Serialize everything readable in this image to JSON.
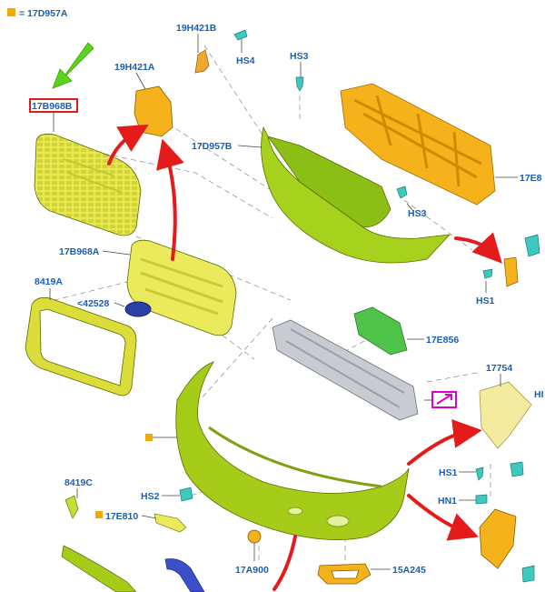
{
  "legend": {
    "marker_color": "#f5a800",
    "text": "= 17D957A"
  },
  "labels": {
    "grille_highlight": "17B968B",
    "bracket_small": "19H421B",
    "hs4": "HS4",
    "bracket_large": "19H421A",
    "hs3_top": "HS3",
    "bumper_cover_upper": "17D957B",
    "reinforcement_right": "17E8",
    "hs3_right": "HS3",
    "grille_lower": "17B968A",
    "surround_left": "8419A",
    "emblem": "<42528",
    "hs1_right": "HS1",
    "absorber": "17E856",
    "bracket_right": "17754",
    "bracket_right_cut": "HI",
    "hs1_lower": "HS1",
    "hn1": "HN1",
    "trim_left": "8419C",
    "hs2": "HS2",
    "part_17e810": "17E810",
    "part_17a900": "17A900",
    "part_15a245": "15A245"
  },
  "colors": {
    "accent_label": "#1a5fb4",
    "highlight_box": "#e41b1b",
    "magenta_box": "#e000c8",
    "green_arrow": "#5ad41a",
    "red_arrow": "#e41b1b",
    "yellow_part": "#e6e85a",
    "lime_part": "#a6cc1a",
    "orange_part": "#f5b21a",
    "green_part": "#4fc24a",
    "teal_part": "#3cc9c0",
    "grey_part": "#c8ccd2",
    "blue_part": "#3a4fc8"
  }
}
